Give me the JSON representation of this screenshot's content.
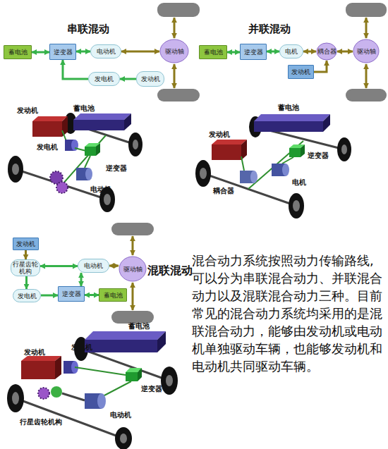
{
  "diagram": {
    "nodes": [
      {
        "text": [
          "蓄电池"
        ]
      },
      {
        "text": [
          "逆变器"
        ]
      },
      {
        "text": [
          "电动机"
        ]
      },
      {
        "text": [
          "驱动轴"
        ]
      },
      {
        "text": [
          "发电机"
        ]
      },
      {
        "text": [
          "发动机"
        ]
      },
      {
        "text": [
          "蓄电池"
        ]
      },
      {
        "text": [
          "逆变器"
        ]
      },
      {
        "text": [
          "电机"
        ]
      },
      {
        "text": [
          "耦合器"
        ]
      },
      {
        "text": [
          "驱动轴"
        ]
      },
      {
        "text": [
          "发动机"
        ]
      },
      {
        "text": [
          "发动机"
        ]
      },
      {
        "text": [
          "行星齿轮机构"
        ]
      },
      {
        "text": [
          "电动机"
        ]
      },
      {
        "text": [
          "驱动轴"
        ]
      },
      {
        "text": [
          "发电机"
        ]
      },
      {
        "text": [
          "逆变器"
        ]
      },
      {
        "text": [
          "蓄电池"
        ]
      }
    ],
    "edges": [
      {
        "from": 0,
        "to": 1,
        "arrow": "both"
      },
      {
        "from": 1,
        "to": 2,
        "arrow": "both"
      },
      {
        "from": 2,
        "to": 3,
        "arrow": "both"
      },
      {
        "from": 5,
        "to": 4,
        "arrow": "to"
      },
      {
        "from": 4,
        "to": 1,
        "arrow": "to"
      },
      {
        "from": 6,
        "to": 7,
        "arrow": "both"
      },
      {
        "from": 7,
        "to": 8,
        "arrow": "both"
      },
      {
        "from": 8,
        "to": 9,
        "arrow": "both"
      },
      {
        "from": 11,
        "to": 9,
        "arrow": "to"
      },
      {
        "from": 9,
        "to": 10,
        "arrow": "both"
      },
      {
        "from": 12,
        "to": 13,
        "arrow": "to"
      },
      {
        "from": 13,
        "to": 14,
        "arrow": "both"
      },
      {
        "from": 14,
        "to": 15,
        "arrow": "both"
      },
      {
        "from": 13,
        "to": 16,
        "arrow": "to"
      },
      {
        "from": 16,
        "to": 17,
        "arrow": "to"
      },
      {
        "from": 17,
        "to": 18,
        "arrow": "both"
      },
      {
        "from": 17,
        "to": 14,
        "arrow": "both"
      }
    ],
    "labels": [
      "串联混动",
      "并联混动",
      "混联混动",
      "发动机",
      "蓄电池",
      "发电机",
      "逆变器",
      "电动机",
      "发动机",
      "蓄电池",
      "逆变器",
      "电机",
      "耦合器",
      "蓄电池",
      "发动机",
      "发电机",
      "逆变器",
      "电动机",
      "行星齿轮机构",
      "混合动力系统按照动力传输路线,可以分为串联混合动力、并联混合动力以及混联混合动力三种。目前常见的混合动力系统均采用的是混联混合动力，能够由发动机或电动机单独驱动车辆，也能够发动机和电动机共同驱动车辆。"
    ]
  }
}
